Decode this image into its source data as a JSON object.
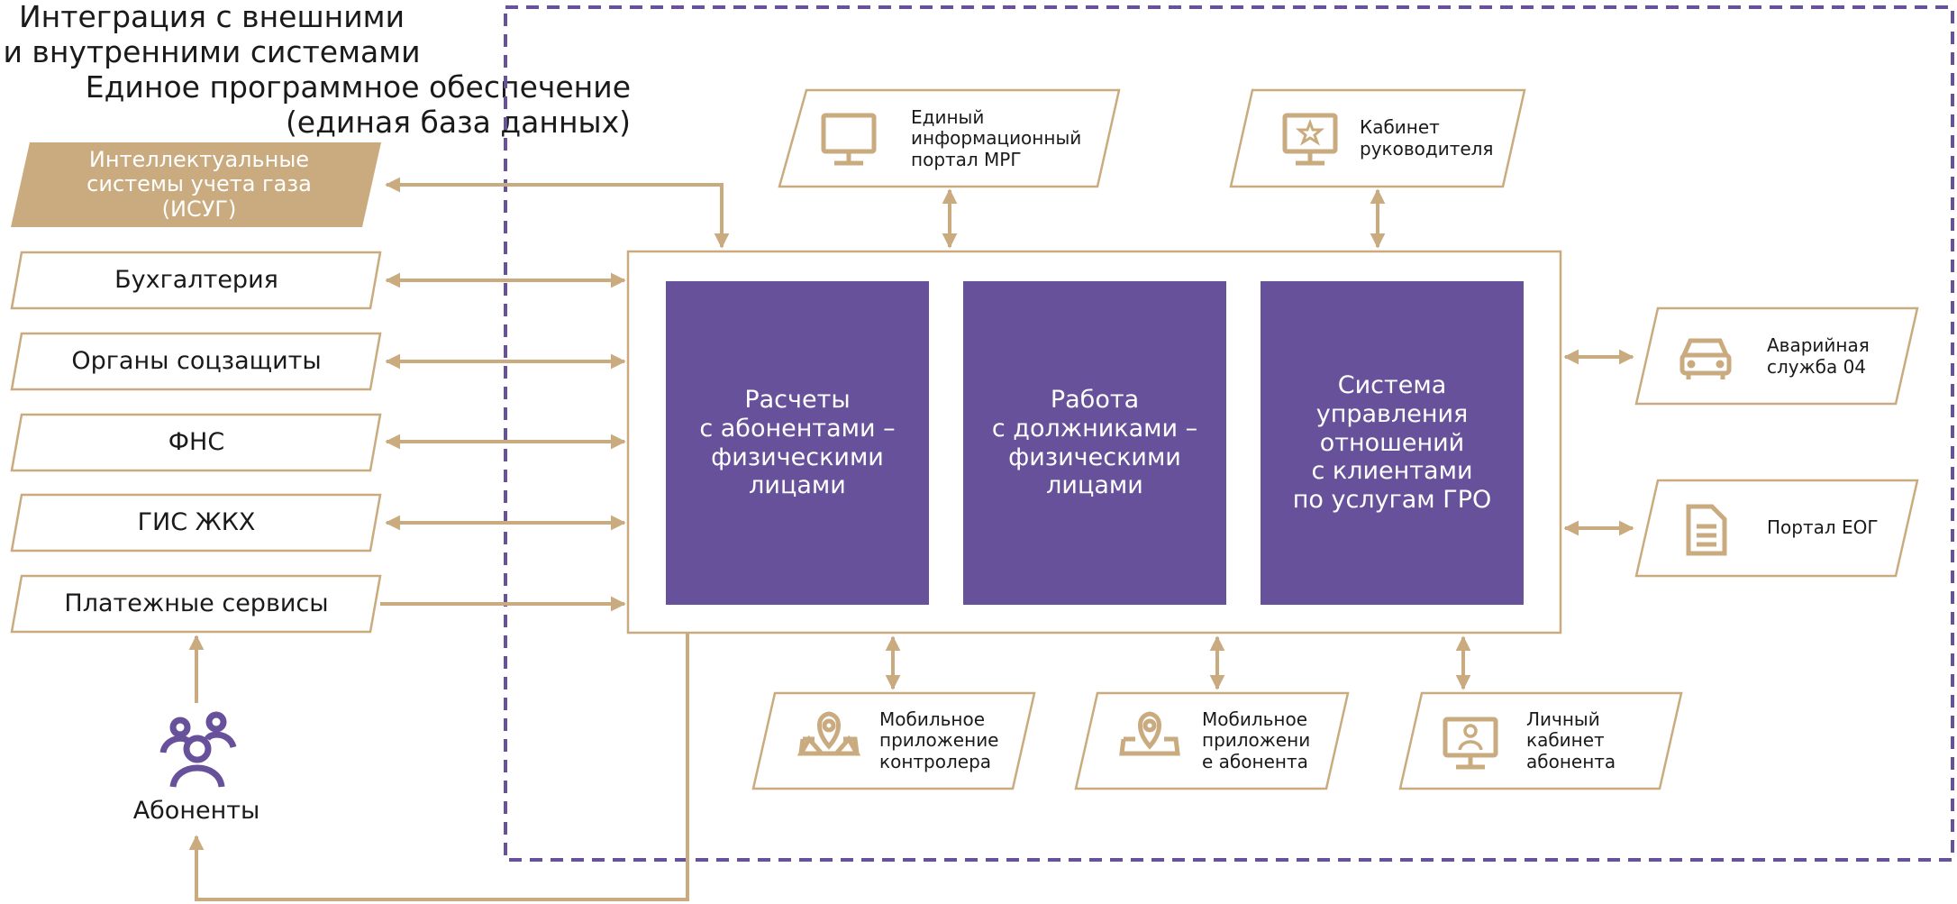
{
  "titles": {
    "left": "Интеграция с внешними\nи внутренними системами",
    "right": "Единое программное обеспечение\n(единая база данных)"
  },
  "colors": {
    "gold": "#c9ab7f",
    "purple": "#66519a",
    "dashed_border": "#66519a"
  },
  "left_systems": [
    {
      "label": "Интеллектуальные\nсистемы учета газа\n(ИСУГ)",
      "filled": true
    },
    {
      "label": "Бухгалтерия",
      "filled": false
    },
    {
      "label": "Органы соцзащиты",
      "filled": false
    },
    {
      "label": "ФНС",
      "filled": false
    },
    {
      "label": "ГИС ЖКХ",
      "filled": false
    },
    {
      "label": "Платежные сервисы",
      "filled": false
    }
  ],
  "subscribers": {
    "label": "Абоненты",
    "icon": "people-icon"
  },
  "modules": [
    {
      "label": "Расчеты\nс абонентами –\nфизическими\nлицами"
    },
    {
      "label": "Работа\nс должниками –\nфизическими\nлицами"
    },
    {
      "label": "Система\nуправления\nотношений\nс клиентами\nпо услугам ГРО"
    }
  ],
  "top_portals": [
    {
      "label": "Единый\nинформационный\nпортал МРГ",
      "icon": "monitor-icon"
    },
    {
      "label": "Кабинет\nруководителя",
      "icon": "star-monitor-icon"
    }
  ],
  "right_services": [
    {
      "label": "Аварийная\nслужба 04",
      "icon": "car-icon"
    },
    {
      "label": "Портал ЕОГ",
      "icon": "document-icon"
    }
  ],
  "bottom_apps": [
    {
      "label": "Мобильное\nприложение\nконтролера",
      "icon": "map-pin-icon"
    },
    {
      "label": "Мобильное\nприложени\nе абонента",
      "icon": "map-pin-icon"
    },
    {
      "label": "Личный\nкабинет\nабонента",
      "icon": "user-monitor-icon"
    }
  ]
}
